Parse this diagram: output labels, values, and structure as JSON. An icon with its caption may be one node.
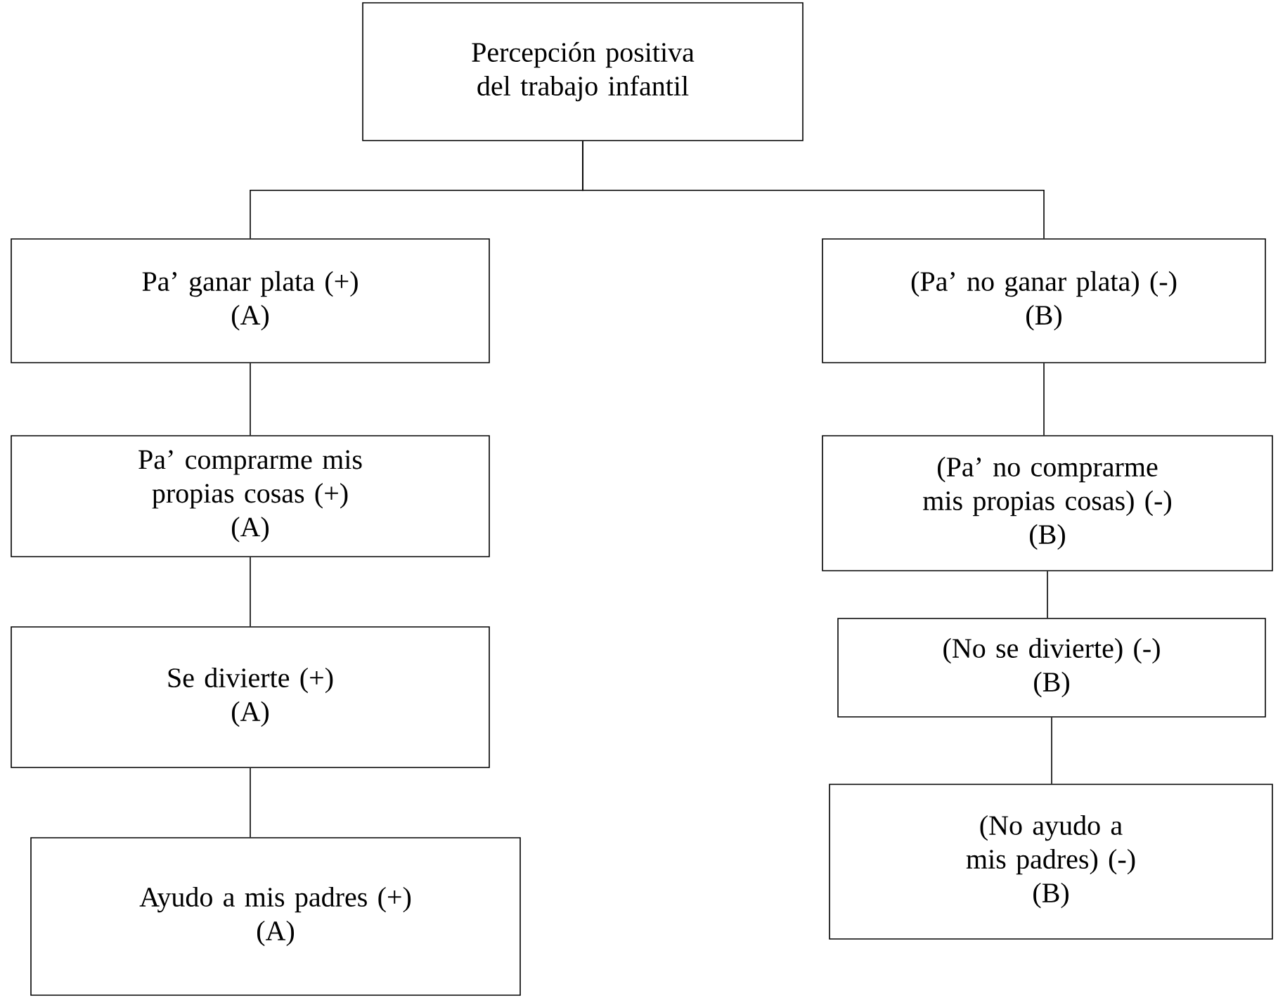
{
  "diagram": {
    "nodes": [
      {
        "text": [
          "Percepción positiva del trabajo infantil"
        ]
      },
      {
        "text": [
          "Pa’ ganar plata (+)",
          "(A)"
        ]
      },
      {
        "text": [
          "Pa’ comprarme mis propias cosas (+)",
          "(A)"
        ]
      },
      {
        "text": [
          "Se divierte (+)",
          "(A)"
        ]
      },
      {
        "text": [
          "Ayudo a mis padres (+)",
          "(A)"
        ]
      },
      {
        "text": [
          "(Pa’ no ganar plata) (-)",
          "(B)"
        ]
      },
      {
        "text": [
          "(Pa’ no comprarme mis propias cosas) (-)",
          "(B)"
        ]
      },
      {
        "text": [
          "(No se divierte) (-)",
          "(B)"
        ]
      },
      {
        "text": [
          "(No ayudo a mis padres) (-)",
          "(B)"
        ]
      }
    ],
    "edges": [
      {
        "from": 0,
        "to": 1,
        "arrow": "none"
      },
      {
        "from": 0,
        "to": 5,
        "arrow": "none"
      },
      {
        "from": 1,
        "to": 2,
        "arrow": "none"
      },
      {
        "from": 2,
        "to": 3,
        "arrow": "none"
      },
      {
        "from": 3,
        "to": 4,
        "arrow": "none"
      },
      {
        "from": 5,
        "to": 6,
        "arrow": "none"
      },
      {
        "from": 6,
        "to": 7,
        "arrow": "none"
      },
      {
        "from": 7,
        "to": 8,
        "arrow": "none"
      }
    ]
  }
}
